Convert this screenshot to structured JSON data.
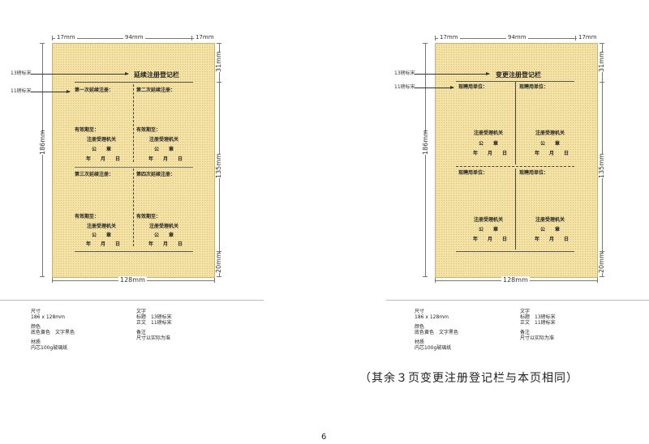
{
  "dimensions": {
    "mm17": "17mm",
    "mm94": "94mm",
    "mm31": "31mm",
    "mm135": "135mm",
    "mm20": "20mm",
    "mm186": "186mm",
    "mm128": "128mm"
  },
  "callouts": {
    "size13": "13磅标宋",
    "size11": "11磅标宋"
  },
  "left_sheet": {
    "title": "延续注册登记栏",
    "q1": "第一次延续注册：",
    "q2": "第二次延续注册：",
    "q3": "第三次延续注册：",
    "q4": "第四次延续注册：",
    "valid": "有效期至：",
    "authority": "注册受理机关",
    "seal": "公　　章",
    "date": "年　　月　　日"
  },
  "right_sheet": {
    "title": "变更注册登记栏",
    "employer": "现聘用单位：",
    "authority": "注册受理机关",
    "seal": "公　　章",
    "date": "年　　月　　日"
  },
  "spec": {
    "size_label": "尺寸",
    "size_value": "186 x 128mm",
    "color_label": "颜色",
    "color_value": "底色黄色　文字黑色",
    "material_label": "材质",
    "material_value": "内芯100g玻璃纸",
    "text_label": "文字",
    "text_title": "标题　13磅标宋",
    "text_body": "正文　11磅标宋",
    "remark_label": "备注",
    "remark_value": "尺寸以实际为准"
  },
  "note": "（其余３页变更注册登记栏与本页相同）",
  "page_number": "6",
  "colors": {
    "sheet": "#f5e3a6",
    "dot": "#a07828"
  }
}
